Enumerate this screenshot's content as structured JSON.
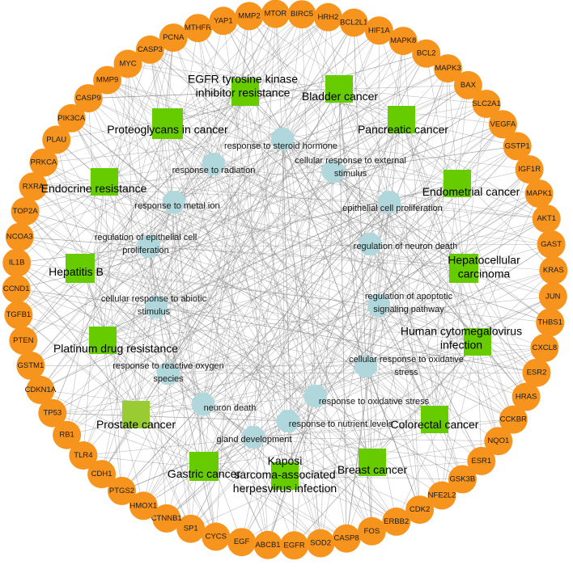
{
  "colors": {
    "gene": "#f7941d",
    "pathway": "#66cc00",
    "pathway_alt": "#99cc33",
    "process": "#b0d8dc",
    "edge": "#8c8c8c"
  },
  "genes": [
    "MTOR",
    "BIRC5",
    "HRH2",
    "BCL2L1",
    "HIF1A",
    "MAPK8",
    "BCL2",
    "MAPK3",
    "BAX",
    "SLC2A1",
    "VEGFA",
    "GSTP1",
    "IGF1R",
    "MAPK1",
    "AKT1",
    "GAST",
    "KRAS",
    "JUN",
    "THBS1",
    "CXCL8",
    "ESR2",
    "HRAS",
    "CCKBR",
    "NQO1",
    "ESR1",
    "GSK3B",
    "NFE2L2",
    "CDK2",
    "ERBB2",
    "FOS",
    "CASP8",
    "SOD2",
    "EGFR",
    "ABCB1",
    "EGF",
    "CYCS",
    "SP1",
    "CTNNB1",
    "HMOX1",
    "PTGS2",
    "CDH1",
    "TLR4",
    "RB1",
    "TP53",
    "CDKN1A",
    "GSTM1",
    "PTEN",
    "TGFB1",
    "CCND1",
    "IL1B",
    "NCOA3",
    "TOP2A",
    "RXRA",
    "PRKCA",
    "PLAU",
    "PIK3CA",
    "CASP9",
    "MMP9",
    "MYC",
    "CASP3",
    "PCNA",
    "MTHFR",
    "YAP1",
    "MMP2"
  ],
  "pathways": [
    {
      "label": [
        "EGFR tyrosine kinase",
        "inhibitor resistance"
      ]
    },
    {
      "label": [
        "Bladder cancer"
      ]
    },
    {
      "label": [
        "Proteoglycans in cancer"
      ]
    },
    {
      "label": [
        "Pancreatic cancer"
      ]
    },
    {
      "label": [
        "Endocrine resistance"
      ]
    },
    {
      "label": [
        "Endometrial cancer"
      ]
    },
    {
      "label": [
        "Hepatitis B"
      ]
    },
    {
      "label": [
        "Hepatocellular",
        "carcinoma"
      ]
    },
    {
      "label": [
        "Platinum drug resistance"
      ]
    },
    {
      "label": [
        "Human cytomegalovirus",
        "infection"
      ]
    },
    {
      "label": [
        "Prostate cancer"
      ]
    },
    {
      "label": [
        "Colorectal cancer"
      ]
    },
    {
      "label": [
        "Breast cancer"
      ]
    },
    {
      "label": [
        "Gastric cancer"
      ]
    },
    {
      "label": [
        "Kaposi",
        "sarcoma-associated",
        "herpesvirus infection"
      ]
    }
  ],
  "processes": [
    {
      "label": [
        "response to steroid hormone"
      ]
    },
    {
      "label": [
        "response to radiation"
      ]
    },
    {
      "label": [
        "cellular response to external",
        "stimulus"
      ]
    },
    {
      "label": [
        "response to metal ion"
      ]
    },
    {
      "label": [
        "epithelial cell proliferation"
      ]
    },
    {
      "label": [
        "regulation of epithelial cell",
        "proliferation"
      ]
    },
    {
      "label": [
        "regulation of neuron death"
      ]
    },
    {
      "label": [
        "cellular response to abiotic",
        "stimulus"
      ]
    },
    {
      "label": [
        "regulation of apoptotic",
        "signaling pathway"
      ]
    },
    {
      "label": [
        "response to reactive oxygen",
        "species"
      ]
    },
    {
      "label": [
        "cellular response to oxidative",
        "stress"
      ]
    },
    {
      "label": [
        "neuron death"
      ]
    },
    {
      "label": [
        "response to oxidative stress"
      ]
    },
    {
      "label": [
        "response to nutrient levels"
      ]
    },
    {
      "label": [
        "gland development"
      ]
    }
  ]
}
